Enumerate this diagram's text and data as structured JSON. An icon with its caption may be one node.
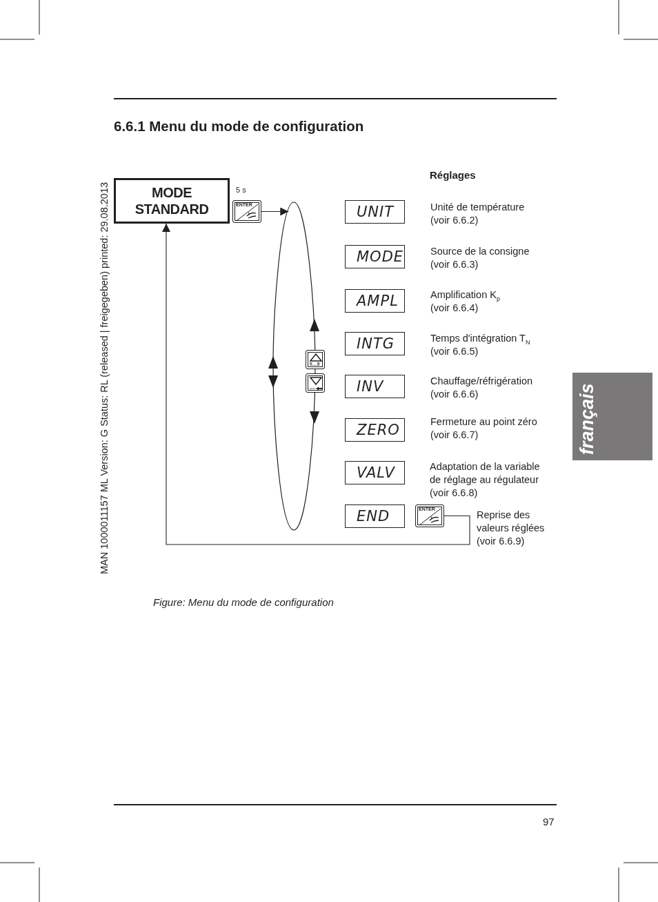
{
  "diagram": {
    "title": "6.6.1 Menu du mode de configuration",
    "caption": "Figure: Menu du mode de configuration",
    "nodes": [
      {
        "text": [
          "MODE STANDARD"
        ]
      },
      {
        "text": [
          "ENTER"
        ],
        "beside": [
          "5 s"
        ]
      },
      {
        "text": [],
        "shape": "ellipse"
      },
      {
        "text": [
          "UNIT"
        ],
        "beside": [
          "Unité de température (voir 6.6.2)"
        ]
      },
      {
        "text": [
          "MODE"
        ],
        "beside": [
          "Source de la consigne (voir 6.6.3)"
        ]
      },
      {
        "text": [
          "AMPL"
        ],
        "beside": [
          "Amplification K$_{p}$ (voir 6.6.4)"
        ]
      },
      {
        "text": [
          "INTG"
        ],
        "beside": [
          "Temps d'intégration T$_{N}$ (voir 6.6.5)"
        ]
      },
      {
        "text": [
          "INV"
        ],
        "beside": [
          "Chauffage/réfrigération (voir 6.6.6)"
        ]
      },
      {
        "text": [
          "ZERO"
        ],
        "beside": [
          "Fermeture au point zéro (voir 6.6.7)"
        ]
      },
      {
        "text": [
          "VALV"
        ]
      },
      {
        "text": [
          "END"
        ]
      },
      {
        "text": [
          "0....9"
        ]
      },
      {
        "text": [],
        "shape": "box"
      },
      {
        "text": [
          "ENTER"
        ],
        "beside": [
          "Reprise des valeurs réglées (voir 6.6.9)"
        ]
      }
    ],
    "edges": [
      {
        "from": 1,
        "to": 2,
        "arrow": "to"
      },
      {
        "from": 13,
        "to": 0,
        "arrow": "to"
      }
    ],
    "labels": [
      "Réglages",
      "Adaptation de la variable de réglage au régulateur (voir 6.6.8)",
      "MAN 1000011157 ML Version: G Status: RL (released | freigegeben) printed: 29.08.2013",
      "français",
      "97"
    ]
  }
}
